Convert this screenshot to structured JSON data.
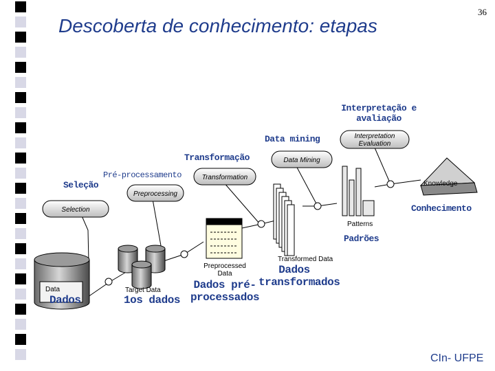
{
  "slide": {
    "title": "Descoberta de conhecimento: etapas",
    "page_number": "36",
    "footer": "CIn- UFPE"
  },
  "steps": {
    "selecao": "Seleção",
    "preprocessamento": "Pré-processamento",
    "transformacao": "Transformação",
    "data_mining": "Data mining",
    "interpretacao": "Interpretação e avaliação"
  },
  "artifacts": {
    "dados": "Dados",
    "alvo_dados": "1os dados",
    "dados_preprocessados": "Dados pré-processados",
    "dados_transformados": "Dados transformados",
    "padroes": "Padrões",
    "conhecimento": "Conhecimento"
  },
  "figure_text": {
    "selection": "Selection",
    "preprocessing": "Preprocessing",
    "transformation": "Transformation",
    "data_mining": "Data Mining",
    "interpretation_1": "Interpretation",
    "interpretation_2": "Evaluation",
    "knowledge": "Knowledge",
    "data": "Data",
    "target_data": "Target Data",
    "preprocessed_1": "Preprocessed",
    "preprocessed_2": "Data",
    "transformed_data": "Transformed Data",
    "patterns": "Patterns"
  },
  "colors": {
    "title": "#1f3c8c",
    "label": "#1f3c8c",
    "bullet_dark": "#000000",
    "bullet_light": "#d8d8e6"
  }
}
